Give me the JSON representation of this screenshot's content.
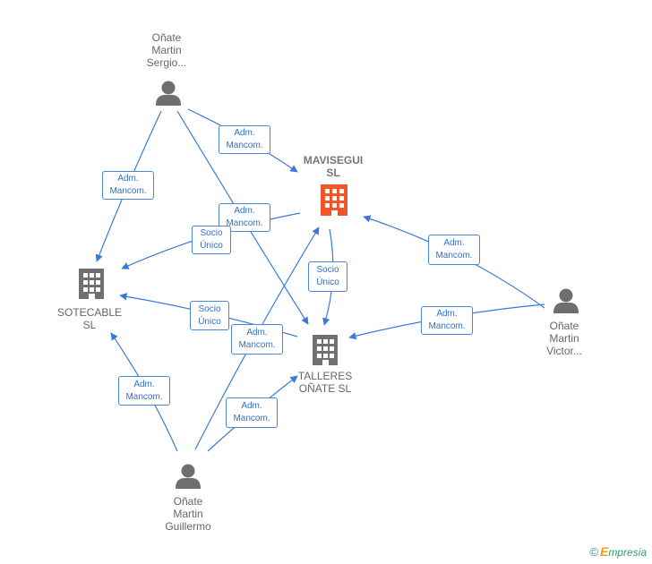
{
  "colors": {
    "edge": "#3a7bd5",
    "building_main": "#f0562a",
    "building": "#707070",
    "person": "#6e6e6e"
  },
  "nodes": {
    "sergio": {
      "label": "Oñate\nMartin\nSergio...",
      "icon": "person-icon"
    },
    "mavisegui": {
      "label": "MAVISEGUI\nSL",
      "icon": "building-icon"
    },
    "sotecable": {
      "label": "SOTECABLE\nSL",
      "icon": "building-icon"
    },
    "talleres": {
      "label": "TALLERES\nOÑATE SL",
      "icon": "building-icon"
    },
    "victor": {
      "label": "Oñate\nMartin\nVictor...",
      "icon": "person-icon"
    },
    "guillermo": {
      "label": "Oñate\nMartin\nGuillermo",
      "icon": "person-icon"
    }
  },
  "edge_labels": {
    "sergio_mavisegui": "Adm.\nMancom.",
    "sergio_sotecable": "Adm.\nMancom.",
    "sergio_talleres": "Adm.\nMancom.",
    "mavisegui_sotecable": "Socio\nÚnico",
    "mavisegui_talleres": "Socio\nÚnico",
    "victor_mavisegui": "Adm.\nMancom.",
    "victor_talleres": "Adm.\nMancom.",
    "talleres_sotecable": "Socio\nÚnico",
    "guillermo_mavisegui": "Adm.\nMancom.",
    "guillermo_sotecable": "Adm.\nMancom.",
    "guillermo_talleres": "Adm.\nMancom."
  },
  "brand": {
    "copyright": "©",
    "e": "E",
    "rest": "mpresia"
  }
}
